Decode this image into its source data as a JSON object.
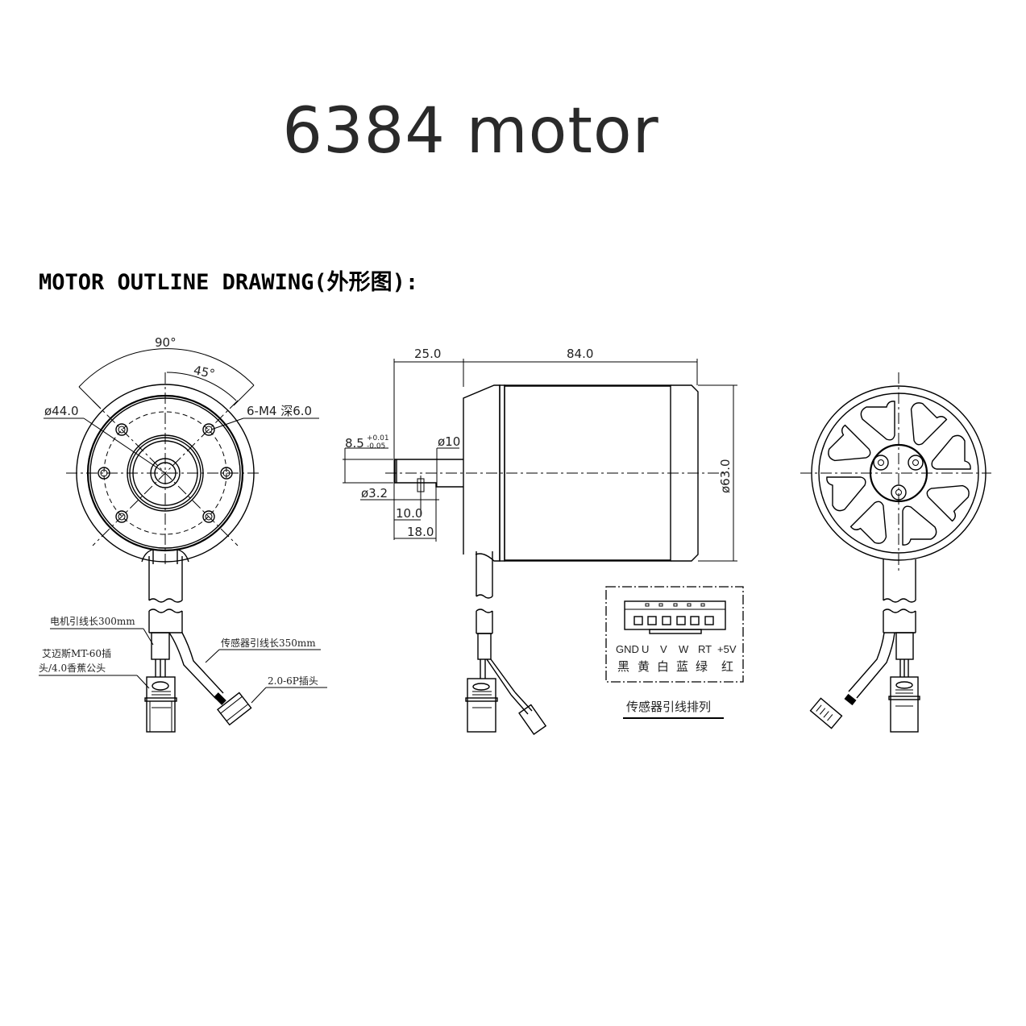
{
  "title": "6384 motor",
  "subtitle": "MOTOR OUTLINE DRAWING(外形图):",
  "front_view": {
    "angle_outer": "90°",
    "angle_inner": "45°",
    "bolt_circle": "ø44.0",
    "mounting_holes": "6-M4 深6.0"
  },
  "side_view": {
    "shaft_length": "25.0",
    "body_length": "84.0",
    "body_diameter": "ø63.0",
    "shaft_diameter": "ø10",
    "flat_nominal": "8.5",
    "flat_tol_upper": "+0.01",
    "flat_tol_lower": "-0.05",
    "pin_diameter": "ø3.2",
    "pin_position": "10.0",
    "flat_length": "18.0"
  },
  "cables": {
    "motor_lead": "电机引线长300mm",
    "connector_line1": "艾迈斯MT-60插",
    "connector_line2": "头/4.0香蕉公头",
    "sensor_lead": "传感器引线长350mm",
    "sensor_plug": "2.0-6P插头"
  },
  "sensor_pinout": {
    "caption": "传感器引线排列",
    "pins": [
      {
        "signal": "GND",
        "color": "黑"
      },
      {
        "signal": "U",
        "color": "黄"
      },
      {
        "signal": "V",
        "color": "白"
      },
      {
        "signal": "W",
        "color": "蓝"
      },
      {
        "signal": "RT",
        "color": "绿"
      },
      {
        "signal": "+5V",
        "color": "红"
      }
    ]
  }
}
